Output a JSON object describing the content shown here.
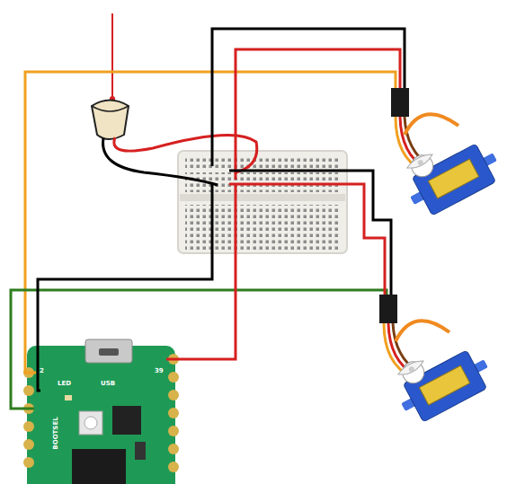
{
  "diagram": {
    "labels": [
      "2",
      "LED",
      "USB",
      "39",
      "BOOTSEL"
    ]
  }
}
